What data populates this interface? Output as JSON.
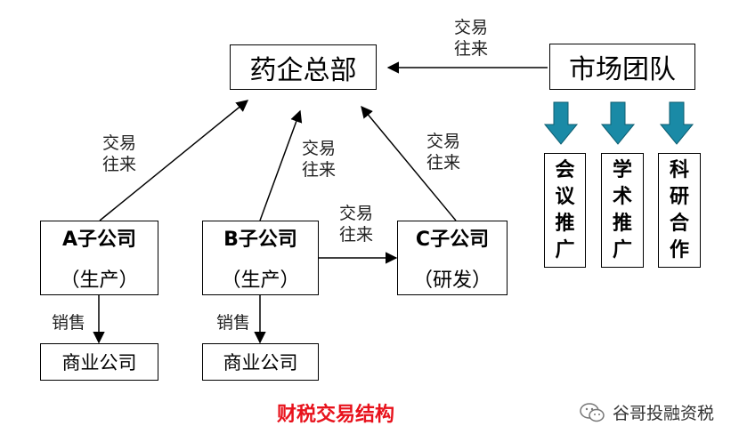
{
  "hq": "药企总部",
  "market_team": "市场团队",
  "subsidiaries": [
    {
      "name": "A子公司",
      "role": "（生产）"
    },
    {
      "name": "B子公司",
      "role": "（生产）"
    },
    {
      "name": "C子公司",
      "role": "（研发）"
    }
  ],
  "commercial_companies": [
    "商业公司",
    "商业公司"
  ],
  "activities": [
    [
      "会",
      "议",
      "推",
      "广"
    ],
    [
      "学",
      "术",
      "推",
      "广"
    ],
    [
      "科",
      "研",
      "合",
      "作"
    ]
  ],
  "edge_labels": {
    "trade_line1": "交易",
    "trade_line2": "往来",
    "sales": "销售"
  },
  "caption": "财税交易结构",
  "watermark": "谷哥投融资税",
  "colors": {
    "caption": "#e8121c",
    "down_arrow": "#1a8aa6"
  }
}
